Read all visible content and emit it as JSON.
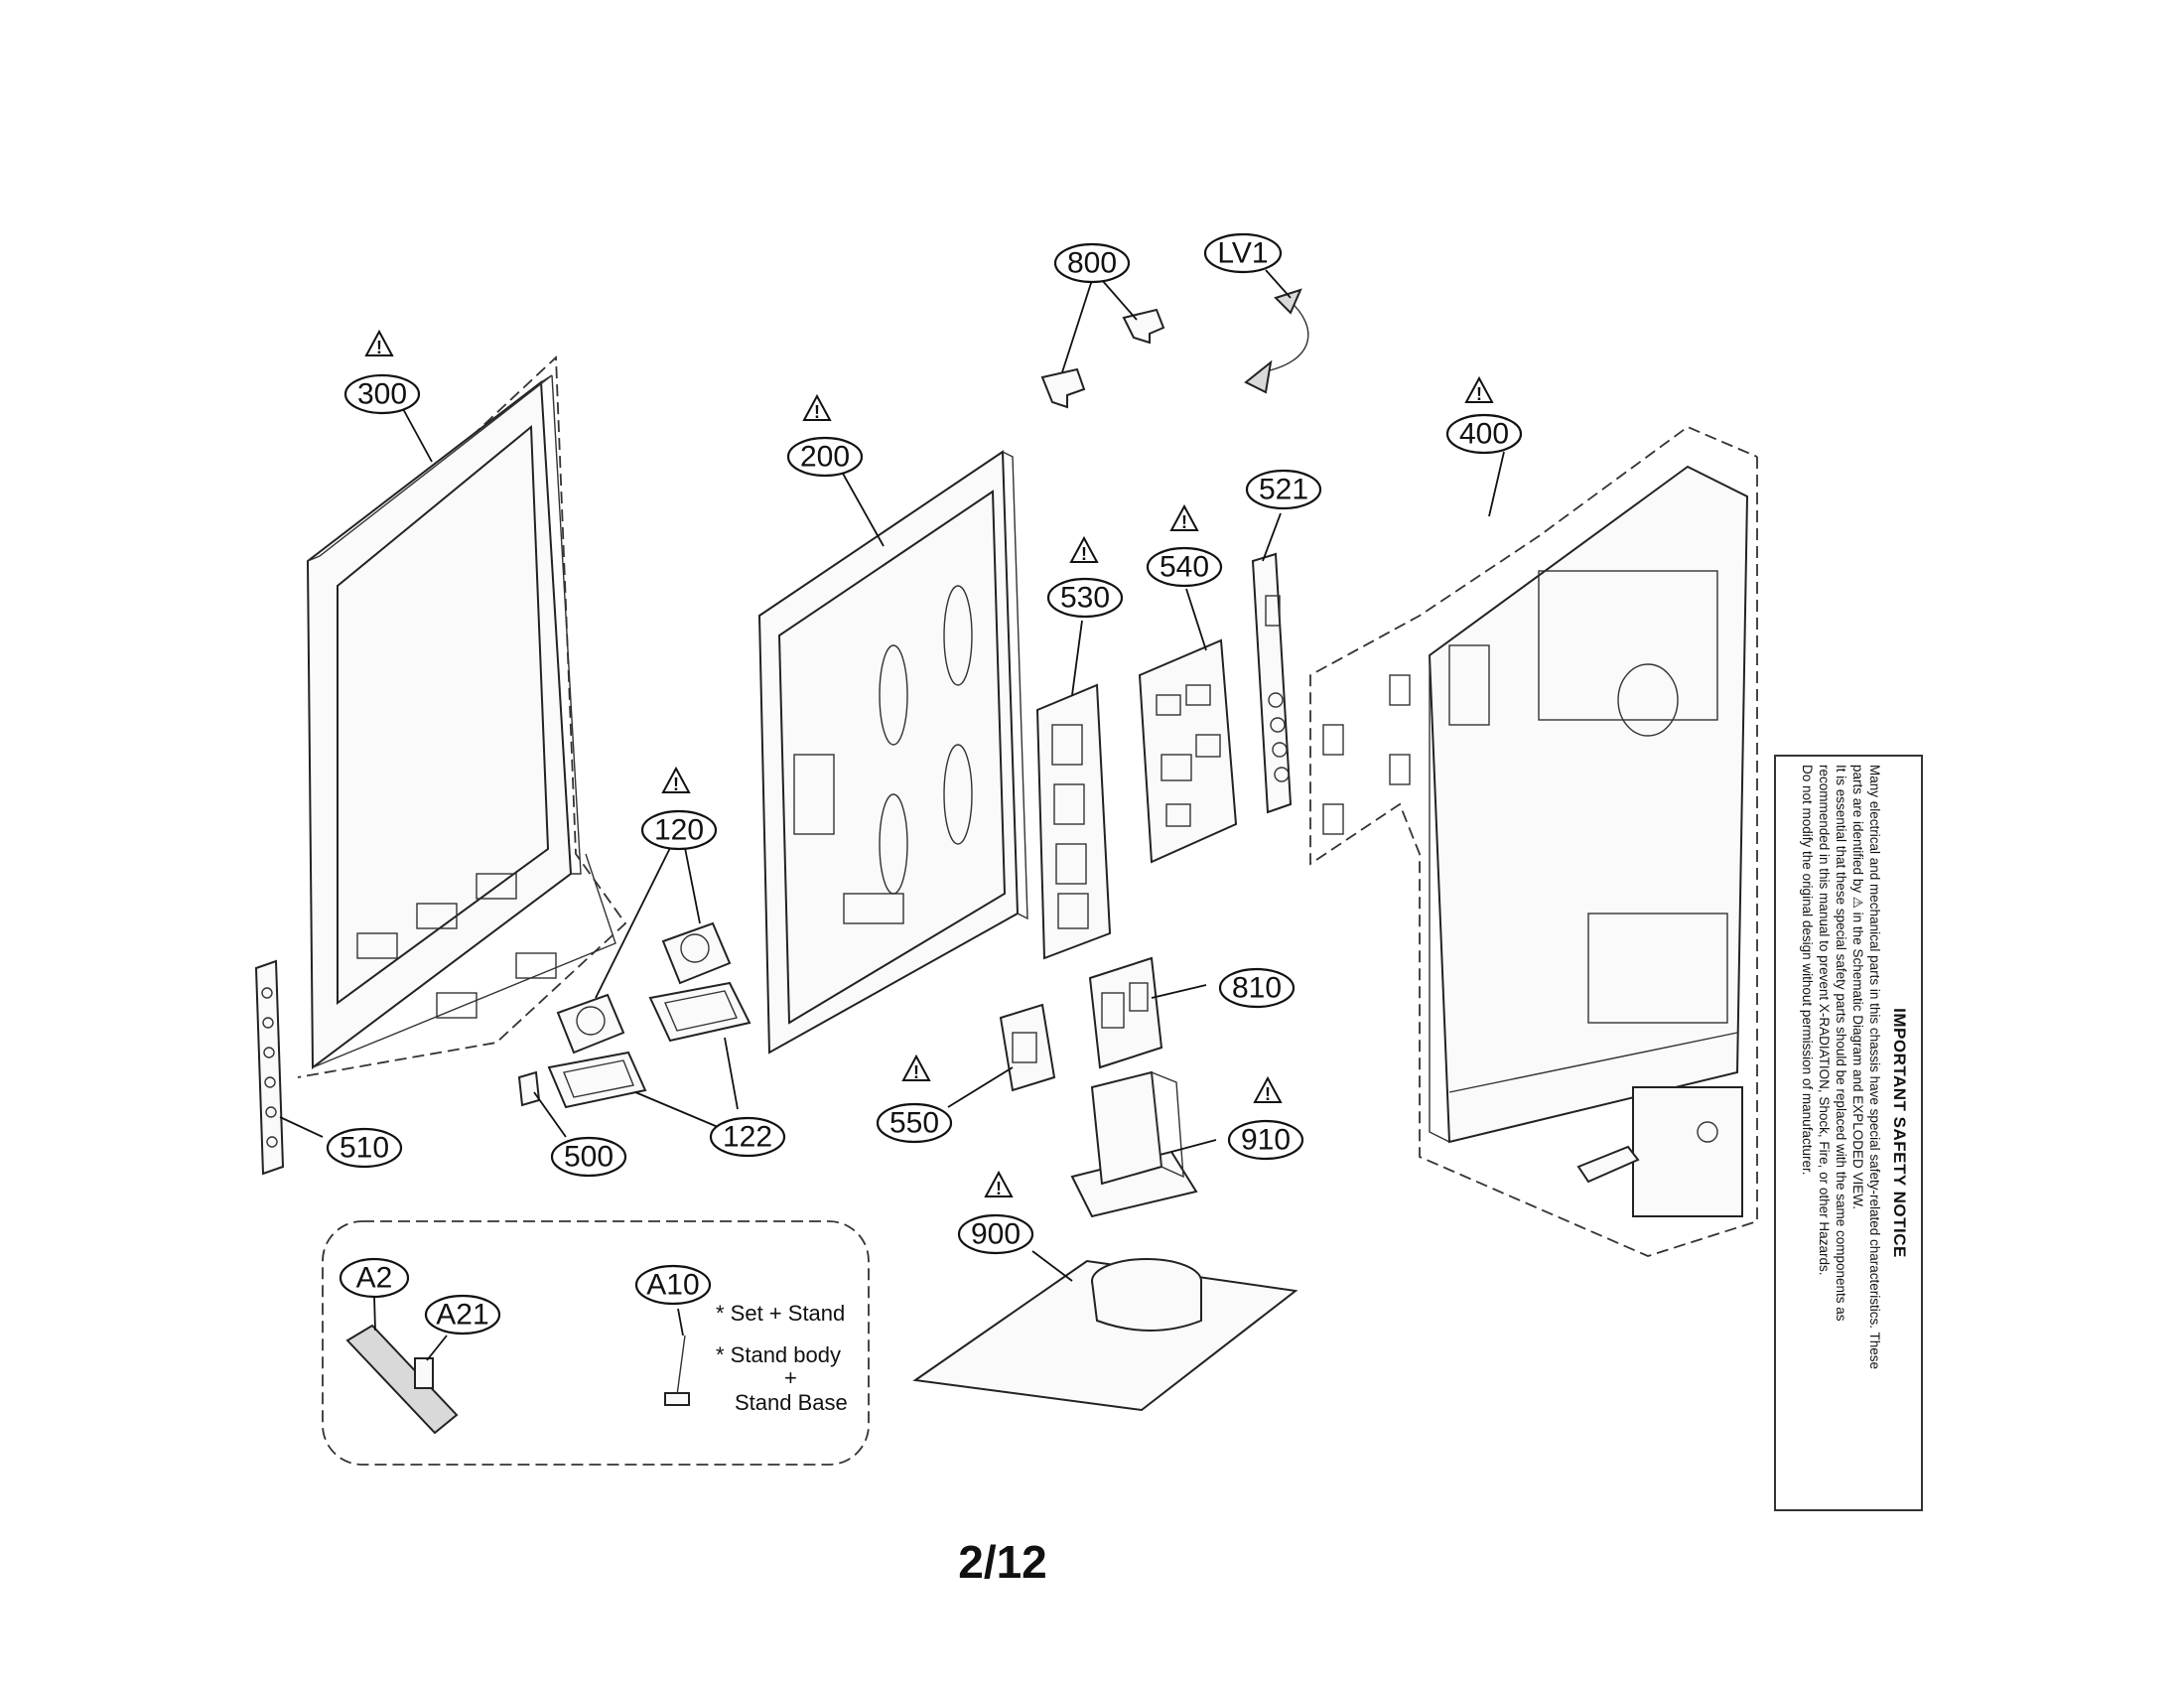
{
  "diagram": {
    "callouts": {
      "c300": "300",
      "c200": "200",
      "c800": "800",
      "cLV1": "LV1",
      "c400": "400",
      "c521": "521",
      "c540": "540",
      "c530": "530",
      "c120": "120",
      "c122": "122",
      "c500": "500",
      "c510": "510",
      "c550": "550",
      "c810": "810",
      "c910": "910",
      "c900": "900",
      "cA2": "A2",
      "cA21": "A21",
      "cA10": "A10"
    },
    "warning_symbol": "!"
  },
  "stand_legend": {
    "line1": "* Set + Stand",
    "line2": "* Stand body",
    "line3": "+",
    "line4": "Stand Base"
  },
  "safety_notice": {
    "title": "IMPORTANT SAFETY NOTICE",
    "lines": [
      "Many electrical and mechanical parts in this chassis have special safety-related characteristics. These",
      "parts are identified by ⚠ in the Schematic Diagram and EXPLODED VIEW.",
      "It is essential that these special safety parts should be replaced with the same components as",
      "recommended in this manual to prevent X-RADIATION, Shock, Fire, or other Hazards.",
      "Do not modify the original design without permission of manufacturer."
    ]
  },
  "page_number": "2/12"
}
